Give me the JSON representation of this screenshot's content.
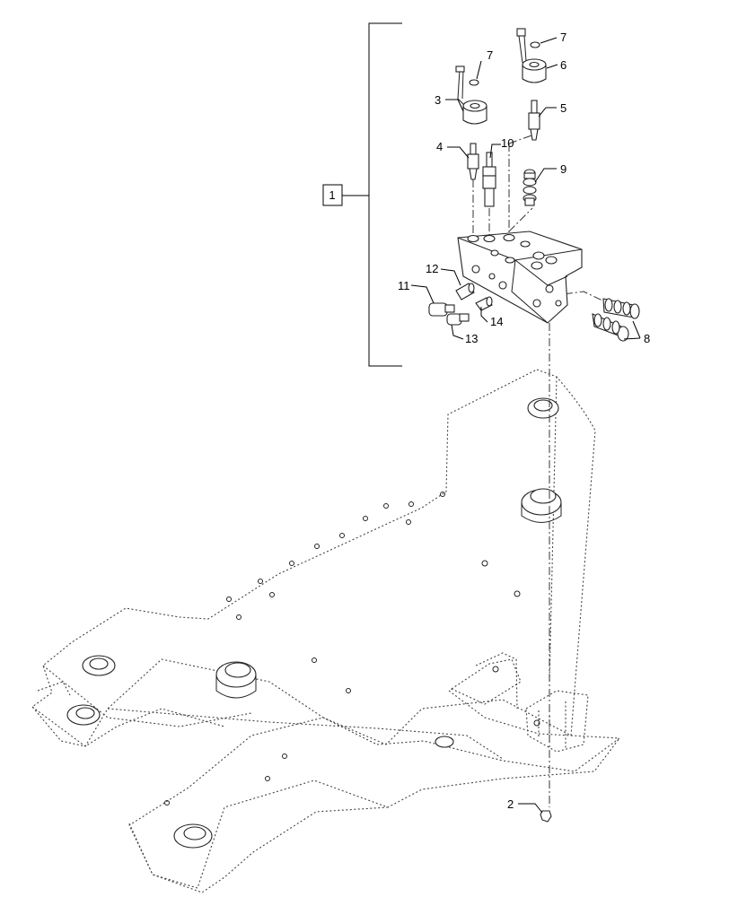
{
  "assembly_label": "1",
  "callouts": {
    "c2": "2",
    "c3": "3",
    "c4": "4",
    "c5": "5",
    "c6": "6",
    "c7a": "7",
    "c7b": "7",
    "c8": "8",
    "c9": "9",
    "c10": "10",
    "c11": "11",
    "c12": "12",
    "c13": "13",
    "c14": "14"
  }
}
